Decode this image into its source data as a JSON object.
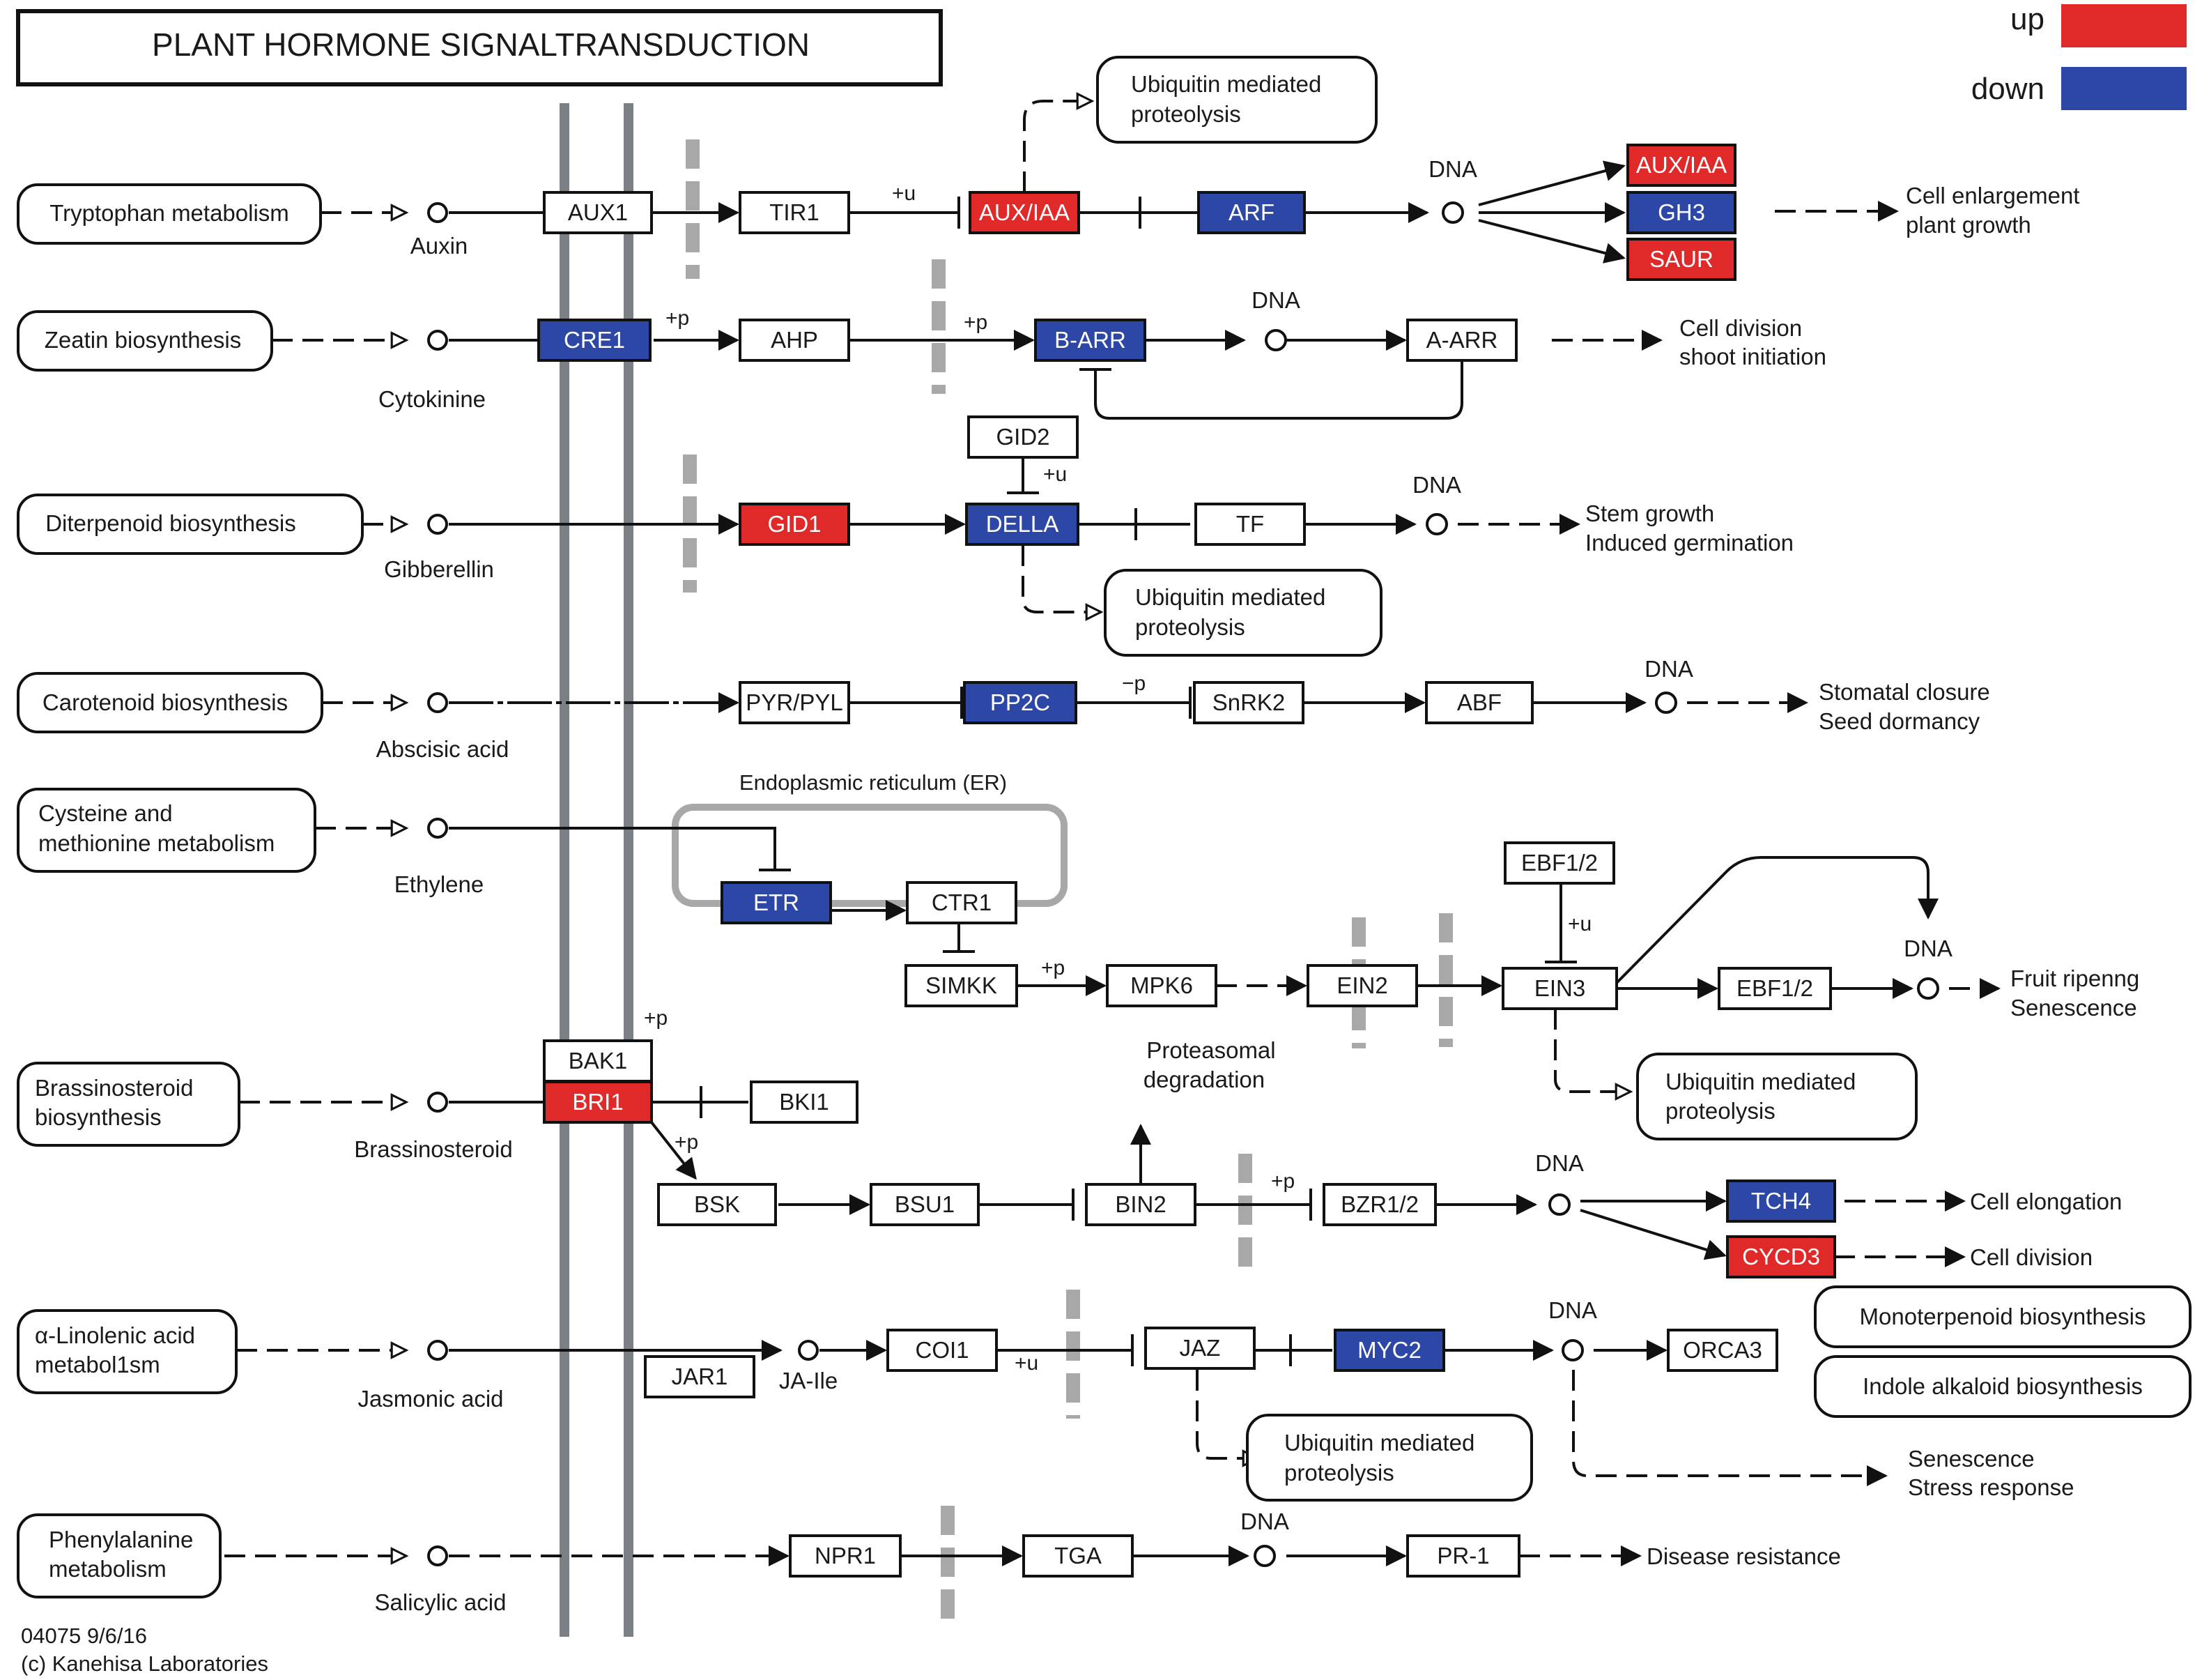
{
  "title": "PLANT HORMONE SIGNALTRANSDUCTION",
  "legend": {
    "up_label": "up",
    "down_label": "down",
    "up_color": "#e02a2a",
    "down_color": "#2d47a6"
  },
  "footer": {
    "code": "04075 9/6/16",
    "copyright": "(c) Kanehisa Laboratories"
  },
  "colors": {
    "up": "#e02a2a",
    "down": "#2d47a6",
    "none": "#ffffff",
    "membrane": "#7b7f86",
    "channel": "#a8a8a8"
  },
  "sources": {
    "tryptophan": "Tryptophan metabolism",
    "zeatin": "Zeatin biosynthesis",
    "diterpenoid": "Diterpenoid biosynthesis",
    "carotenoid": "Carotenoid biosynthesis",
    "cysteine_1": "Cysteine and",
    "cysteine_2": "methionine metabolism",
    "brassino_1": "Brassinosteroid",
    "brassino_2": "biosynthesis",
    "linolenic_1": "α-Linolenic acid",
    "linolenic_2": "metabol1sm",
    "phenyl_1": "Phenylalanine",
    "phenyl_2": "metabolism"
  },
  "hormones": {
    "auxin": "Auxin",
    "cytokinine": "Cytokinine",
    "gibberellin": "Gibberellin",
    "abscisic": "Abscisic acid",
    "ethylene": "Ethylene",
    "brassinosteroid": "Brassinosteroid",
    "jasmonic": "Jasmonic acid",
    "salicylic": "Salicylic acid",
    "ja_ile": "JA-Ile"
  },
  "genes": {
    "aux1": "AUX1",
    "tir1": "TIR1",
    "aux_iaa": "AUX/IAA",
    "arf": "ARF",
    "aux_iaa_2": "AUX/IAA",
    "gh3": "GH3",
    "saur": "SAUR",
    "cre1": "CRE1",
    "ahp": "AHP",
    "b_arr": "B-ARR",
    "a_arr": "A-ARR",
    "gid2": "GID2",
    "gid1": "GID1",
    "della": "DELLA",
    "tf": "TF",
    "pyr": "PYR/PYL",
    "pp2c": "PP2C",
    "snrk2": "SnRK2",
    "abf": "ABF",
    "etr": "ETR",
    "ctr1": "CTR1",
    "simkk": "SIMKK",
    "mpk6": "MPK6",
    "ein2": "EIN2",
    "ebf12_top": "EBF1/2",
    "ein3": "EIN3",
    "ebf12": "EBF1/2",
    "bak1": "BAK1",
    "bri1": "BRI1",
    "bki1": "BKI1",
    "bsk": "BSK",
    "bsu1": "BSU1",
    "bin2": "BIN2",
    "bzr": "BZR1/2",
    "tch4": "TCH4",
    "cycd3": "CYCD3",
    "jar1": "JAR1",
    "coi1": "COI1",
    "jaz": "JAZ",
    "myc2": "MYC2",
    "orca3": "ORCA3",
    "npr1": "NPR1",
    "tga": "TGA",
    "pr1": "PR-1"
  },
  "ubiquitin": {
    "line1": "Ubiquitin mediated",
    "line2": "proteolysis"
  },
  "dna": "DNA",
  "mods": {
    "plus_u": "+u",
    "plus_p": "+p",
    "minus_p": "−p"
  },
  "er_label": "Endoplasmic reticulum (ER)",
  "proteasomal_1": "Proteasomal",
  "proteasomal_2": "degradation",
  "outputs": {
    "auxin_1": "Cell enlargement",
    "auxin_2": "plant growth",
    "cyto_1": "Cell division",
    "cyto_2": "shoot initiation",
    "gib_1": "Stem growth",
    "gib_2": "Induced germination",
    "aba_1": "Stomatal closure",
    "aba_2": "Seed dormancy",
    "eth_1": "Fruit ripenng",
    "eth_2": "Senescence",
    "br_1": "Cell elongation",
    "br_2": "Cell division",
    "mono": "Monoterpenoid biosynthesis",
    "indole": "Indole alkaloid biosynthesis",
    "ja_1": "Senescence",
    "ja_2": "Stress response",
    "sa": "Disease resistance"
  }
}
